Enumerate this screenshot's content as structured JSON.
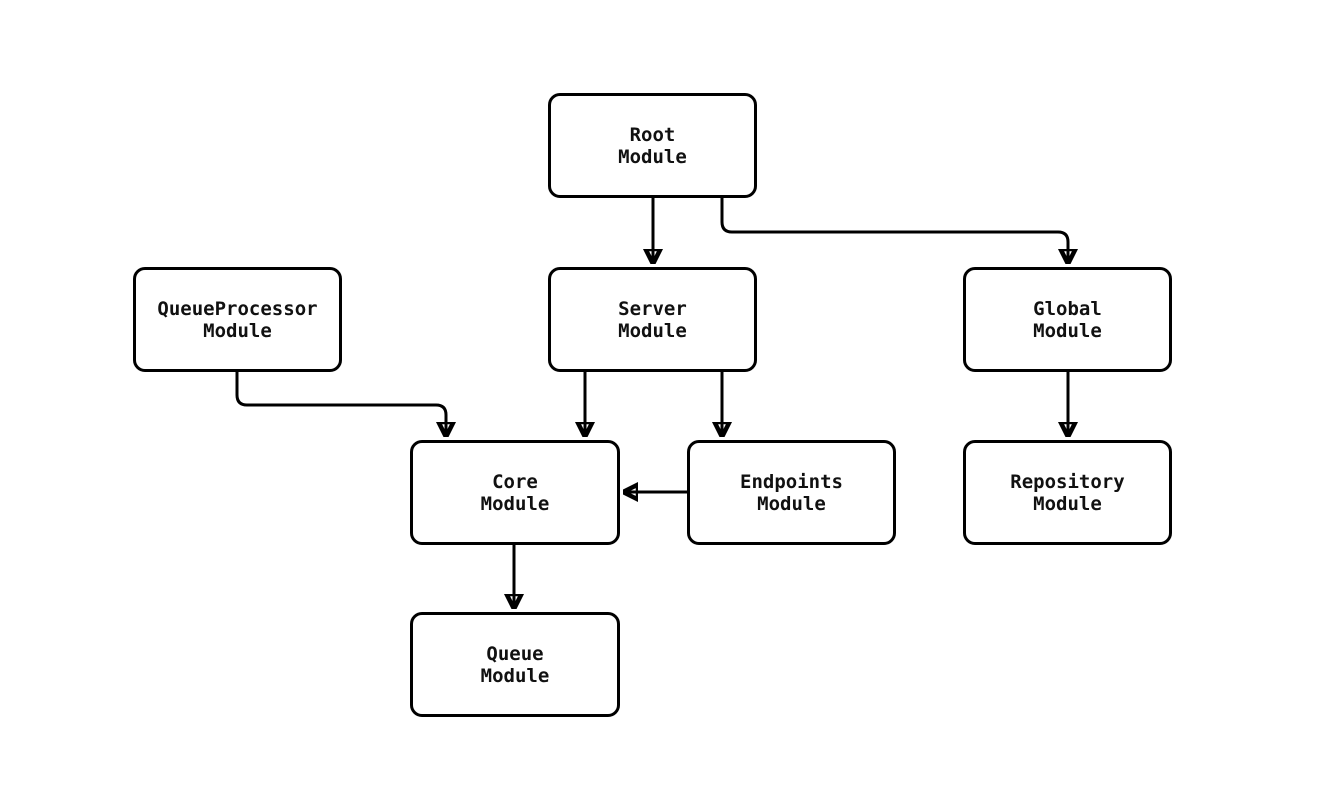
{
  "diagram": {
    "kind": "module-dependency-flowchart",
    "background_color": "#ffffff",
    "stroke_color": "#000000",
    "text_color": "#111111",
    "nodes": [
      {
        "id": "root",
        "line1": "Root",
        "line2": "Module"
      },
      {
        "id": "queueprocessor",
        "line1": "QueueProcessor",
        "line2": "Module"
      },
      {
        "id": "server",
        "line1": "Server",
        "line2": "Module"
      },
      {
        "id": "global",
        "line1": "Global",
        "line2": "Module"
      },
      {
        "id": "core",
        "line1": "Core",
        "line2": "Module"
      },
      {
        "id": "endpoints",
        "line1": "Endpoints",
        "line2": "Module"
      },
      {
        "id": "repository",
        "line1": "Repository",
        "line2": "Module"
      },
      {
        "id": "queue",
        "line1": "Queue",
        "line2": "Module"
      }
    ],
    "edges": [
      {
        "from": "root",
        "to": "server"
      },
      {
        "from": "root",
        "to": "global"
      },
      {
        "from": "queueprocessor",
        "to": "core"
      },
      {
        "from": "server",
        "to": "core"
      },
      {
        "from": "server",
        "to": "endpoints"
      },
      {
        "from": "endpoints",
        "to": "core"
      },
      {
        "from": "global",
        "to": "repository"
      },
      {
        "from": "core",
        "to": "queue"
      }
    ]
  }
}
